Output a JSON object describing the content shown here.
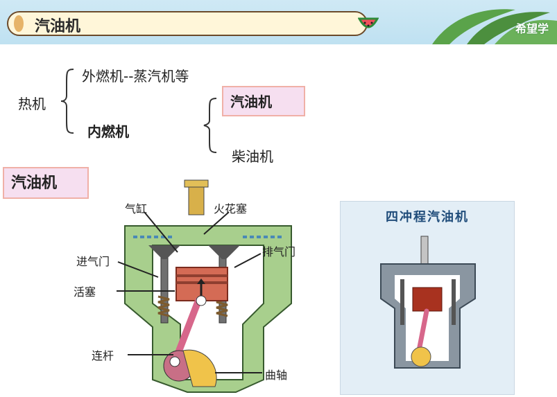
{
  "header": {
    "title": "汽油机",
    "brand": "希望学"
  },
  "classification": {
    "root": "热机",
    "branch_top": "外燃机--蒸汽机等",
    "branch_bottom": "内燃机",
    "sub_top": "汽油机",
    "sub_bottom": "柴油机"
  },
  "section": {
    "heading": "汽油机"
  },
  "left_diagram": {
    "labels": {
      "cylinder": "气缸",
      "spark_plug": "火花塞",
      "intake_valve": "进气门",
      "exhaust_valve": "排气门",
      "piston": "活塞",
      "connecting_rod": "连杆",
      "crankshaft": "曲轴"
    }
  },
  "right_diagram": {
    "title": "四冲程汽油机"
  },
  "colors": {
    "header_bg": "#cfe9f5",
    "box_bg": "#f6dff0",
    "box_border": "#f0b0a7",
    "engine_green": "#a8cf8d",
    "piston_red": "#c84f3f"
  }
}
